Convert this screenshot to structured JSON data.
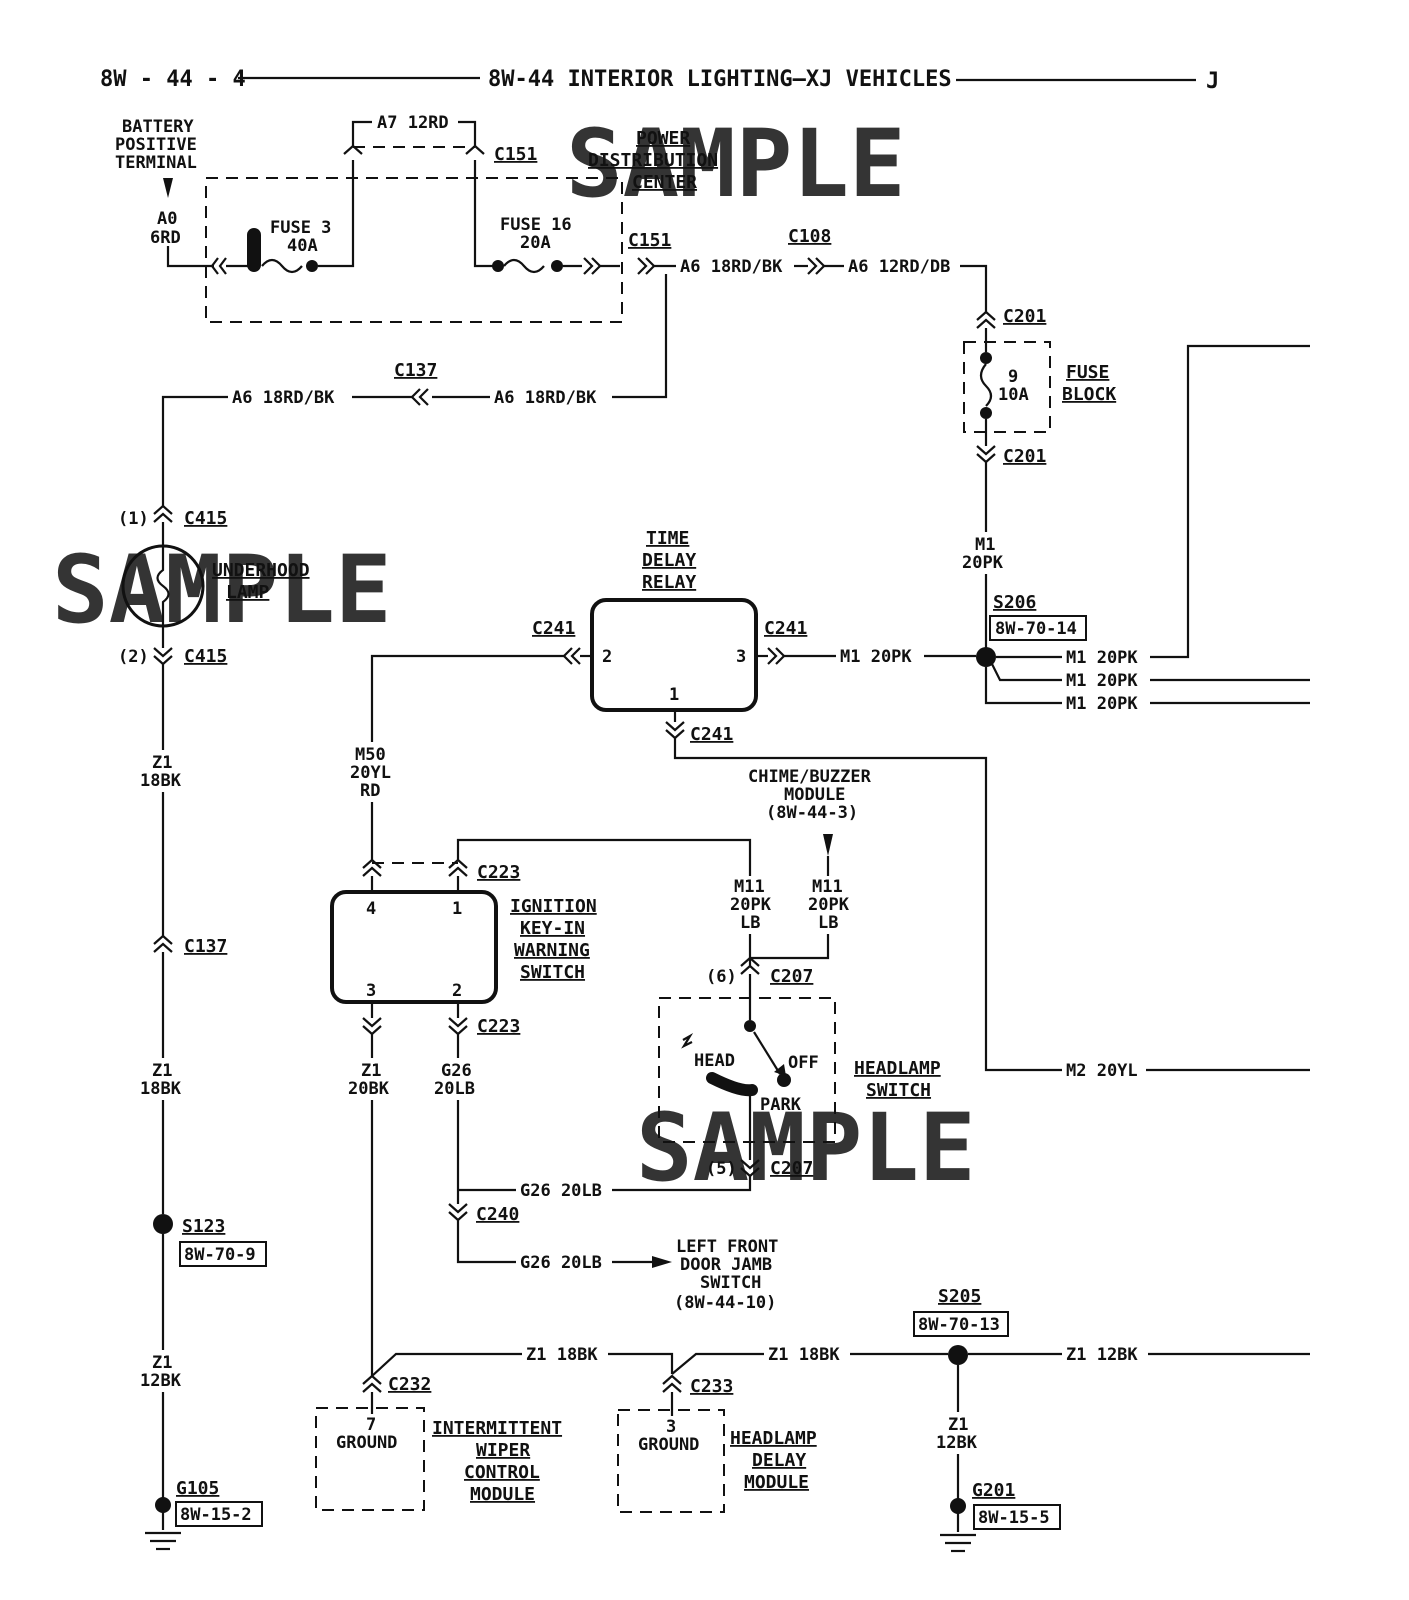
{
  "header": {
    "page_number": "8W - 44 - 4",
    "title": "8W-44 INTERIOR LIGHTING—XJ VEHICLES",
    "section_letter": "J"
  },
  "watermarks": [
    "SAMPLE",
    "SAMPLE",
    "SAMPLE"
  ],
  "components": {
    "battery": [
      "BATTERY",
      "POSITIVE",
      "TERMINAL"
    ],
    "pdc": [
      "POWER",
      "DISTRIBUTION",
      "CENTER"
    ],
    "fuse3": [
      "FUSE 3",
      "40A"
    ],
    "fuse16": [
      "FUSE 16",
      "20A"
    ],
    "fuse9": [
      "9",
      "10A"
    ],
    "fuse_block": [
      "FUSE",
      "BLOCK"
    ],
    "underhood_lamp": [
      "UNDERHOOD",
      "LAMP"
    ],
    "time_delay_relay": [
      "TIME",
      "DELAY",
      "RELAY"
    ],
    "chime_module": [
      "CHIME/BUZZER",
      "MODULE",
      "(8W-44-3)"
    ],
    "ignition_switch": [
      "IGNITION",
      "KEY-IN",
      "WARNING",
      "SWITCH"
    ],
    "headlamp_switch": [
      "HEADLAMP",
      "SWITCH"
    ],
    "headlamp_positions": [
      "HEAD",
      "OFF",
      "PARK"
    ],
    "left_door_switch": [
      "LEFT FRONT",
      "DOOR JAMB",
      "SWITCH",
      "(8W-44-10)"
    ],
    "wiper_module": [
      "INTERMITTENT",
      "WIPER",
      "CONTROL",
      "MODULE"
    ],
    "headlamp_delay": [
      "HEADLAMP",
      "DELAY",
      "MODULE"
    ],
    "ground_pin_7": [
      "7",
      "GROUND"
    ],
    "ground_pin_3": [
      "3",
      "GROUND"
    ]
  },
  "connectors": {
    "c151": "C151",
    "c108": "C108",
    "c201": "C201",
    "c137": "C137",
    "c415": "C415",
    "c241": "C241",
    "c223": "C223",
    "c207": "C207",
    "c240": "C240",
    "c232": "C232",
    "c233": "C233"
  },
  "splices": {
    "s206": "S206",
    "s206_ref": "8W-70-14",
    "s123": "S123",
    "s123_ref": "8W-70-9",
    "s205": "S205",
    "s205_ref": "8W-70-13",
    "g105": "G105",
    "g105_ref": "8W-15-2",
    "g201": "G201",
    "g201_ref": "8W-15-5"
  },
  "pins": {
    "c415_1": "(1)",
    "c415_2": "(2)",
    "relay_2": "2",
    "relay_3": "3",
    "relay_1": "1",
    "ign_4": "4",
    "ign_1": "1",
    "ign_3": "3",
    "ign_2": "2",
    "c207_6": "(6)",
    "c207_5": "(5)"
  },
  "wires": {
    "a0": [
      "A0",
      "6RD"
    ],
    "a7": "A7 12RD",
    "a6_18": "A6 18RD/BK",
    "a6_12": "A6 12RD/DB",
    "m1_vert": [
      "M1",
      "20PK"
    ],
    "m1": "M1 20PK",
    "m2": "M2 20YL",
    "m50": [
      "M50",
      "20YL",
      "RD"
    ],
    "m11": [
      "M11",
      "20PK",
      "LB"
    ],
    "z1_18": [
      "Z1",
      "18BK"
    ],
    "z1_12": [
      "Z1",
      "12BK"
    ],
    "z1_20": [
      "Z1",
      "20BK"
    ],
    "g26": [
      "G26",
      "20LB"
    ],
    "g26_h": "G26 20LB",
    "z1_18_h": "Z1 18BK",
    "z1_12_h": "Z1 12BK"
  }
}
